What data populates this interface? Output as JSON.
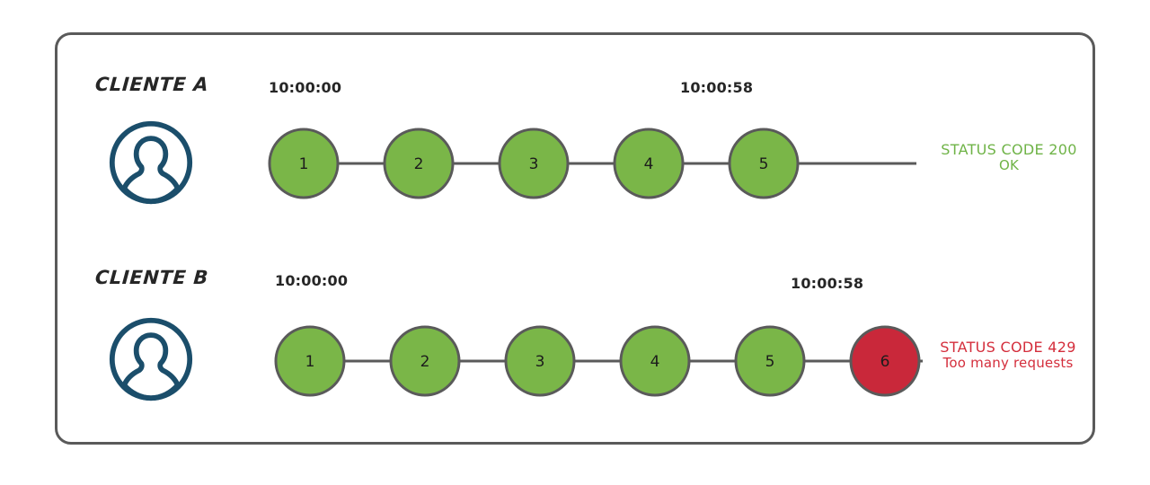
{
  "diagram": {
    "title_present": false,
    "colors": {
      "frame_border": "#5a5a5a",
      "node_ok_fill": "#7AB648",
      "node_err_fill": "#C9283A",
      "node_stroke": "#5a5a5a",
      "connector": "#5a5a5a",
      "avatar_blue": "#1B4E6B",
      "status_ok_text": "#6FB347",
      "status_err_text": "#D42E3C",
      "label_text": "#262626"
    },
    "rows": [
      {
        "id": "cliente-a",
        "label": "CLIENTE A",
        "avatar_icon": "user-avatar-icon",
        "start_time": "10:00:00",
        "end_time": "10:00:58",
        "nodes": [
          {
            "label": "1",
            "state": "ok"
          },
          {
            "label": "2",
            "state": "ok"
          },
          {
            "label": "3",
            "state": "ok"
          },
          {
            "label": "4",
            "state": "ok"
          },
          {
            "label": "5",
            "state": "ok"
          }
        ],
        "status": {
          "state": "ok",
          "line1": "STATUS CODE 200",
          "line2": "OK"
        }
      },
      {
        "id": "cliente-b",
        "label": "CLIENTE B",
        "avatar_icon": "user-avatar-icon",
        "start_time": "10:00:00",
        "end_time": "10:00:58",
        "nodes": [
          {
            "label": "1",
            "state": "ok"
          },
          {
            "label": "2",
            "state": "ok"
          },
          {
            "label": "3",
            "state": "ok"
          },
          {
            "label": "4",
            "state": "ok"
          },
          {
            "label": "5",
            "state": "ok"
          },
          {
            "label": "6",
            "state": "error"
          }
        ],
        "status": {
          "state": "error",
          "line1": "STATUS CODE 429",
          "line2": "Too many requests"
        }
      }
    ]
  }
}
